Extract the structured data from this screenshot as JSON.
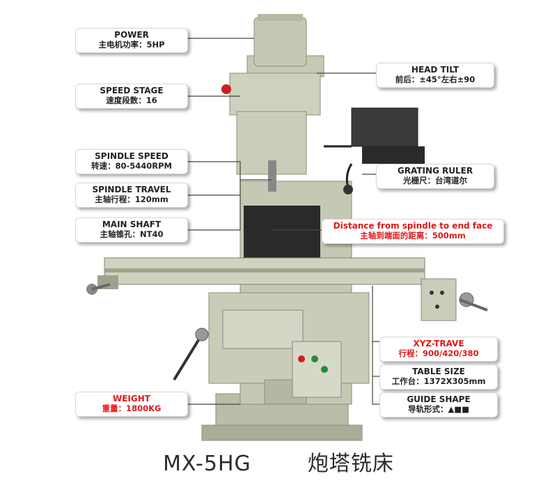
{
  "labels": {
    "power": {
      "en": "POWER",
      "cn": "主电机功率：5HP"
    },
    "speed_stage": {
      "en": "SPEED STAGE",
      "cn": "速度段数：16"
    },
    "spindle_speed": {
      "en": "SPINDLE SPEED",
      "cn": "转速：80-5440RPM"
    },
    "spindle_travel": {
      "en": "SPINDLE TRAVEL",
      "cn": "主轴行程：120mm"
    },
    "main_shaft": {
      "en": "MAIN SHAFT",
      "cn": "主轴锥孔：NT40"
    },
    "head_tilt": {
      "en": "HEAD TILT",
      "cn": "前后：±45°左右±90"
    },
    "grating_ruler": {
      "en": "GRATING RULER",
      "cn": "光栅尺：台湾道尔"
    },
    "distance": {
      "en": "Distance from spindle to end face",
      "cn": "主轴到端面的距离：500mm"
    },
    "xyz_travel": {
      "en": "XYZ-TRAVE",
      "cn": "行程：900/420/380"
    },
    "table_size": {
      "en": "TABLE SIZE",
      "cn": "工作台：1372X305mm"
    },
    "guide_shape": {
      "en": "GUIDE SHAPE",
      "cn": "导轨形式：▲■■"
    },
    "weight": {
      "en": "WEIGHT",
      "cn": "重量：1800KG"
    }
  },
  "title": {
    "model": "MX-5HG",
    "name": "炮塔铣床"
  },
  "colors": {
    "machine": "#c8cdb8",
    "machine_dark": "#9ea38f",
    "highlight": "#e01818",
    "line": "#444444"
  }
}
